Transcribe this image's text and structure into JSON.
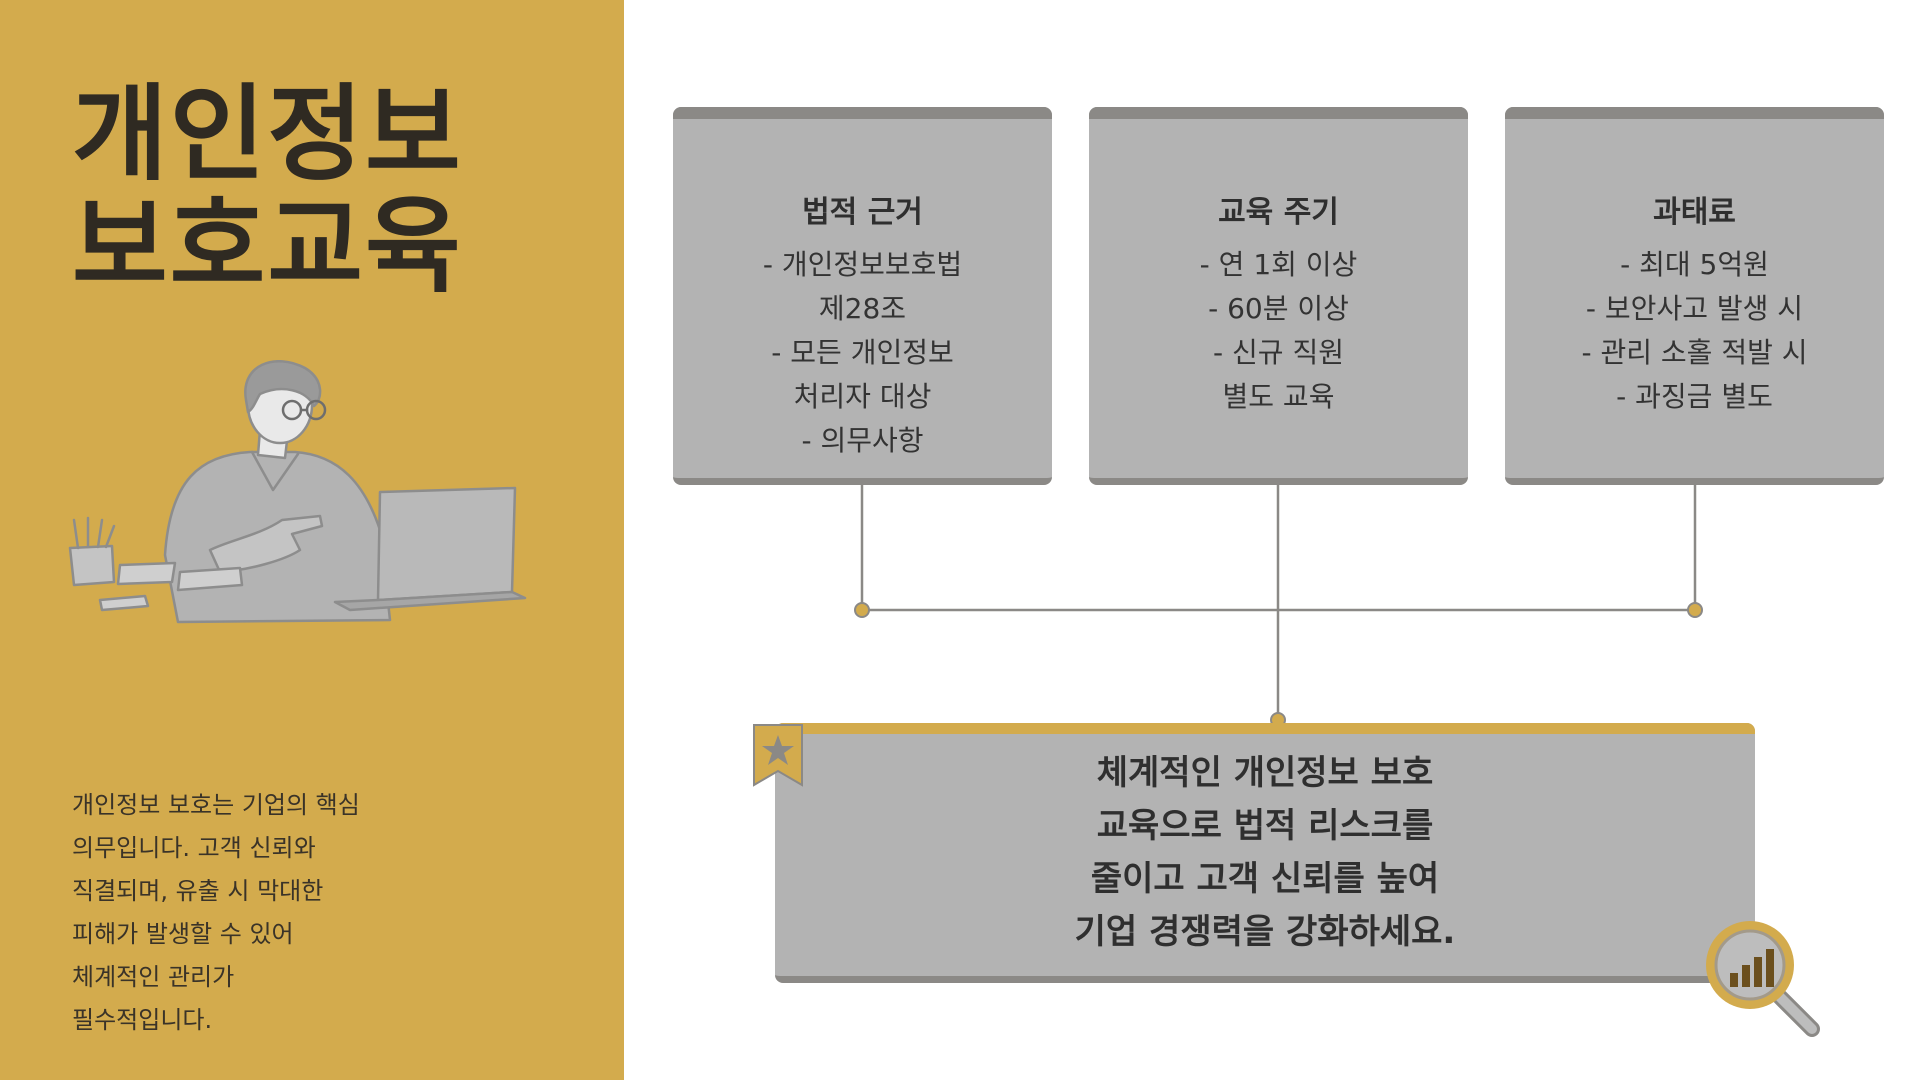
{
  "left": {
    "title_lines": [
      "개인정보",
      "보호교육"
    ],
    "description": "개인정보 보호는 기업의 핵심 의무입니다. 고객 신뢰와 직결되며, 유출 시 막대한 피해가 발생할 수 있어 체계적인 관리가 필수적입니다."
  },
  "cards": [
    {
      "title": "법적 근거",
      "lines": [
        "- 개인정보보호법",
        "제28조",
        "- 모든 개인정보",
        "처리자 대상",
        "- 의무사항"
      ]
    },
    {
      "title": "교육 주기",
      "lines": [
        "- 연 1회 이상",
        "- 60분 이상",
        "- 신규 직원",
        "별도 교육"
      ]
    },
    {
      "title": "과태료",
      "lines": [
        "- 최대 5억원",
        "- 보안사고 발생 시",
        "- 관리 소홀 적발 시",
        "- 과징금 별도"
      ]
    }
  ],
  "summary": {
    "lines": [
      "체계적인 개인정보 보호",
      "교육으로 법적 리스크를",
      "줄이고 고객 신뢰를 높여",
      "기업 경쟁력을 강화하세요."
    ]
  },
  "icons": {
    "illustration": "person-with-laptop-illustration",
    "ribbon": "star-ribbon-icon",
    "magnifier": "magnifier-chart-icon"
  },
  "colors": {
    "accent": "#d3ab4d",
    "card": "#b3b3b3",
    "card_border": "#8b8986",
    "text_dark": "#2f2f2f",
    "connector": "#8b8986"
  }
}
